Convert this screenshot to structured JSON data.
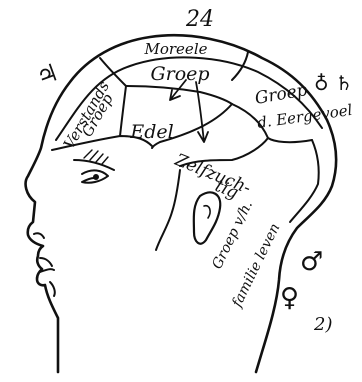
{
  "regions": {
    "verstand": {
      "line1": "Verstands",
      "line2": "Groep"
    },
    "moreele": {
      "line1": "Moreele",
      "line2": "Groep"
    },
    "edel": {
      "label": "Edel"
    },
    "eergevoel": {
      "line1": "Groep",
      "line2": "d. Eergevoel"
    },
    "zelfzucht": {
      "line1": "Zelfzuch-",
      "line2": "tig"
    },
    "familie": {
      "line1": "Groep v/h.",
      "line2": "familie leven"
    }
  },
  "symbols": {
    "top": "24",
    "left": "♃",
    "right": "♁ ♄",
    "mars": "♂",
    "venus": "♀",
    "figure_number": "2)"
  },
  "colors": {
    "ink": "#111111",
    "paper": "#ffffff"
  }
}
